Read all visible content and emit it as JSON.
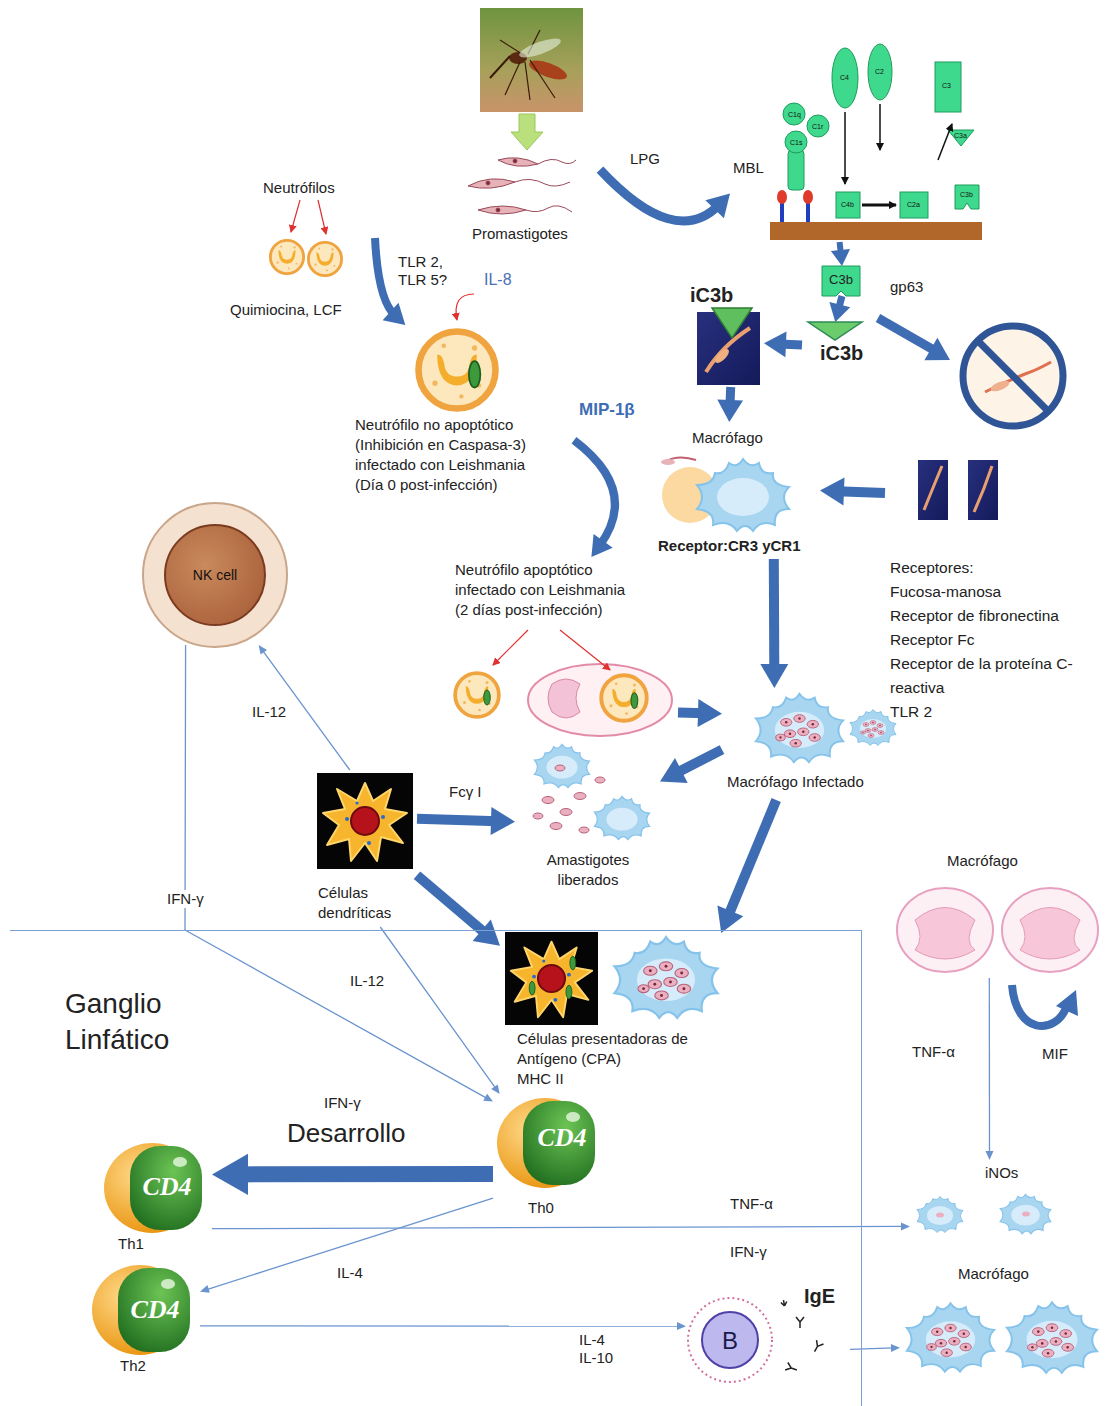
{
  "diagram": {
    "nodes": [
      {
        "text": [
          "Neutrófilos"
        ]
      },
      {
        "text": [
          "Promastigotes"
        ]
      },
      {
        "text": [
          "MBL"
        ]
      },
      {
        "text": [
          "C3b"
        ]
      },
      {
        "text": [
          "Neutrófilo no apoptótico (Inhibición en Caspasa-3) infectado con Leishmania (Día 0 post-infección)"
        ]
      },
      {
        "text": [
          "iC3b"
        ]
      },
      {
        "text": [
          "iC3b"
        ]
      },
      {
        "text": [
          "Macrófago",
          "Receptor:CR3 yCR1"
        ]
      },
      {
        "text": [
          "Receptores:",
          "Fucosa-manosa",
          "Receptor de fibronectina",
          "Receptor Fc",
          "Receptor de la proteína C-reactiva",
          "TLR 2"
        ]
      },
      {
        "text": [
          "NK cell"
        ]
      },
      {
        "text": [
          "Neutrófilo apoptótico infectado con Leishmania (2 días post-infección)"
        ]
      },
      {
        "text": [
          "Macrófago Infectado"
        ]
      },
      {
        "text": [
          "Células dendríticas"
        ]
      },
      {
        "text": [
          "Amastigotes liberados"
        ]
      },
      {
        "text": [
          "Macrófago"
        ]
      },
      {
        "text": [
          "Ganglio Linfático"
        ]
      },
      {
        "text": [
          "Células presentadoras de Antígeno (CPA)",
          "MHC II"
        ],
        "in": 15
      },
      {
        "text": [
          "CD4",
          "Th0"
        ],
        "in": 15
      },
      {
        "text": [
          "CD4",
          "Th1"
        ],
        "in": 15
      },
      {
        "text": [
          "CD4",
          "Th2"
        ],
        "in": 15
      },
      {
        "text": [
          "B",
          "IgE"
        ],
        "in": 15
      },
      {
        "text": [
          "iNOs"
        ]
      },
      {
        "text": [
          "Macrófago"
        ]
      }
    ],
    "edges": [
      {
        "from": 1,
        "to": 2,
        "label": "LPG",
        "arrow": "to"
      },
      {
        "from": 0,
        "to": 4,
        "label": "TLR 2, TLR 5?",
        "arrow": "to"
      },
      {
        "from": 2,
        "to": 3,
        "arrow": "to"
      },
      {
        "from": 3,
        "to": 6,
        "label": "gp63",
        "arrow": "to"
      },
      {
        "from": 6,
        "to": 5,
        "arrow": "to"
      },
      {
        "from": 5,
        "to": 7,
        "arrow": "to"
      },
      {
        "from": 8,
        "to": 7,
        "arrow": "to"
      },
      {
        "from": 4,
        "to": 10,
        "label": "MIP-1β",
        "arrow": "to"
      },
      {
        "from": 7,
        "to": 11,
        "arrow": "to"
      },
      {
        "from": 10,
        "to": 11,
        "arrow": "to"
      },
      {
        "from": 11,
        "to": 13,
        "arrow": "to"
      },
      {
        "from": 12,
        "to": 13,
        "label": "Fcγ I",
        "arrow": "to"
      },
      {
        "from": 12,
        "to": 9,
        "label": "IL-12",
        "arrow": "to"
      },
      {
        "from": 9,
        "to": 17,
        "label": "IFN-γ",
        "arrow": "to"
      },
      {
        "from": 12,
        "to": 16,
        "arrow": "to"
      },
      {
        "from": 11,
        "to": 16,
        "arrow": "to"
      },
      {
        "from": 12,
        "to": 17,
        "label": "IL-12",
        "arrow": "to"
      },
      {
        "from": 17,
        "to": 18,
        "label": "Desarrollo",
        "arrow": "to"
      },
      {
        "from": 17,
        "to": 19,
        "label": "IL-4",
        "arrow": "to"
      },
      {
        "from": 18,
        "to": 21,
        "label": "TNF-α",
        "arrow": "to"
      },
      {
        "from": 19,
        "to": 20,
        "label": "IL-4 IL-10",
        "arrow": "to"
      },
      {
        "from": 20,
        "to": 22,
        "arrow": "to"
      },
      {
        "from": 14,
        "to": 21,
        "label": "TNF-α",
        "arrow": "to"
      }
    ],
    "labels": [
      "Quimiocina, LCF",
      "IL-8",
      "IFN-γ",
      "IFN-γ",
      "MIF",
      "C1q",
      "C1r",
      "C1s",
      "C4",
      "C2",
      "C3",
      "C4b",
      "C2a",
      "C3a",
      "C3b"
    ]
  }
}
